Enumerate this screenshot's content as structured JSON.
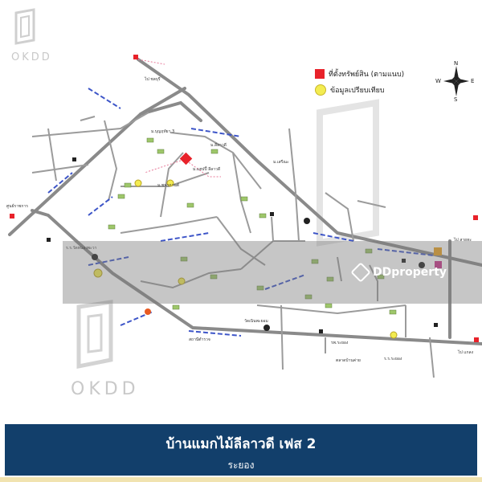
{
  "watermark": {
    "brand": "OKDD"
  },
  "legend": {
    "property_location": "ที่ตั้งทรัพย์สิน (ตามแนบ)",
    "comparison_data": "ข้อมูลเปรียบเทียบ"
  },
  "compass": {
    "north": "N",
    "south": "S",
    "east": "E",
    "west": "W"
  },
  "map_labels": {
    "main_pin": "ม.แฮปปี้ ลีลาวดี",
    "junction_left": "ศูนย์ราชการ",
    "school": "ร.ร.วัดหนองพะวา",
    "temple": "วัดเนินพะยอม",
    "district": "ร.ร.ระยอง",
    "hospital": "รพ.ระยอง",
    "market": "ตลาดบ้านค่าย",
    "village_a": "ม.ชนากานต์",
    "village_b": "ม.บุญฤทัยา 3",
    "village_c": "ม.ลีลาวดี",
    "village_d": "ม.เสรีณะ",
    "station": "สถานีตำรวจ",
    "top_right_road": "ไป สายทะ",
    "bottom_right_road": "ไป แกลง",
    "top_road": "ไป ชลบุรี"
  },
  "overlay": {
    "brand": "DDproperty"
  },
  "banner": {
    "title": "บ้านแมกไม้ลีลาวดี เฟส 2",
    "subtitle": "ระยอง"
  },
  "colors": {
    "road": "#8a8a8a",
    "route_highlight": "#3d55c8",
    "property": "#e8222a",
    "comparison": "#f3ec51",
    "banner_bg": "#123f6b"
  }
}
